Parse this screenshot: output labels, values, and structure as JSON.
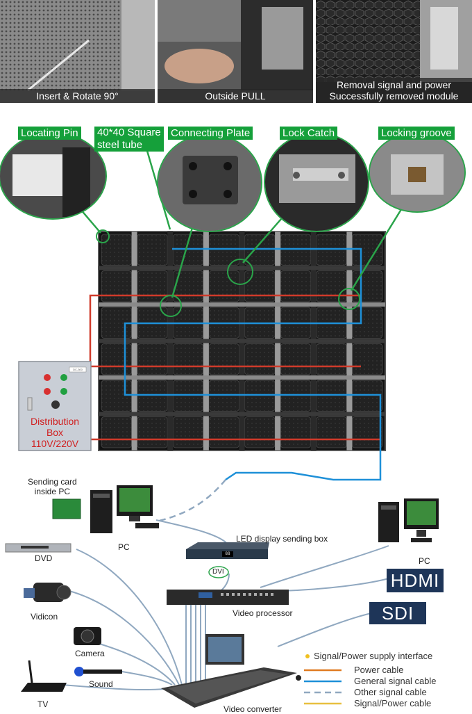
{
  "photos": [
    {
      "caption": "Insert & Rotate 90°"
    },
    {
      "caption": "Outside PULL"
    },
    {
      "caption_line1": "Removal signal and power",
      "caption_line2": "Successfully removed module"
    }
  ],
  "callouts": {
    "locating_pin": "Locating Pin",
    "square_tube_line1": "40*40 Square",
    "square_tube_line2": "steel tube",
    "connecting_plate": "Connecting Plate",
    "lock_catch": "Lock Catch",
    "locking_groove": "Locking groove"
  },
  "distribution_box": {
    "line1": "Distribution",
    "line2": "Box",
    "line3": "110V/220V",
    "sticker": "DC-300"
  },
  "sending_box_display": "88",
  "labels": {
    "sending_card_line1": "Sending card",
    "sending_card_line2": "inside PC",
    "pc_left": "PC",
    "led_sending_box": "LED display sending box",
    "pc_right": "PC",
    "dvd": "DVD",
    "dvi": "DVI",
    "vidicon": "Vidicon",
    "video_processor": "Video processor",
    "camera": "Camera",
    "sound": "Sound",
    "tv": "TV",
    "video_converter": "Video converter"
  },
  "badges": {
    "hdmi": "HDMI",
    "sdi": "SDI"
  },
  "legend": {
    "interface": "Signal/Power supply interface",
    "power": "Power cable",
    "general": "General signal cable",
    "other": "Other signal cable",
    "signal_power": "Signal/Power cable"
  },
  "colors": {
    "accent_green": "#15a03a",
    "power_red": "#d03a2a",
    "signal_blue": "#1e90d8",
    "other_gray": "#90a8c0",
    "badge_navy": "#1e3558",
    "interface_yellow": "#f0c020",
    "signal_power_yellow": "#e8c040",
    "signal_power_orange": "#e07a20"
  }
}
